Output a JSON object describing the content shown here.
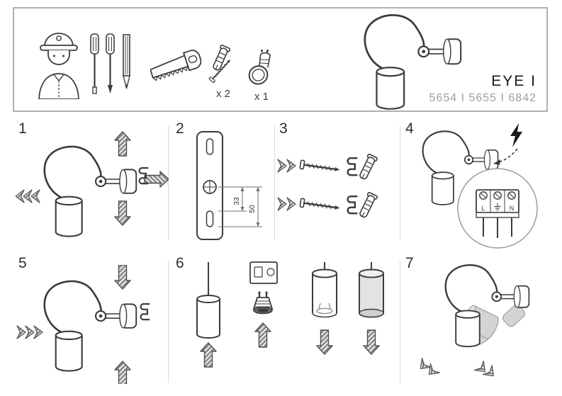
{
  "header": {
    "product": {
      "name": "EYE I",
      "models": "5654 I 5655 I 6842"
    },
    "kit": {
      "plug_qty": "x 2",
      "bulb_qty": "x 1"
    }
  },
  "steps": {
    "s1": {
      "number": "1"
    },
    "s2": {
      "number": "2",
      "dim_inner": "33",
      "dim_outer": "50"
    },
    "s3": {
      "number": "3"
    },
    "s4": {
      "number": "4",
      "terminal_live": "L",
      "terminal_neutral": "N"
    },
    "s5": {
      "number": "5"
    },
    "s6": {
      "number": "6"
    },
    "s7": {
      "number": "7"
    }
  },
  "colors": {
    "line_art": "#3c3c3b",
    "panel_border": "#b0b0b0",
    "muted_text": "#9d9d9c",
    "ghost_gray": "#d4d4d4"
  }
}
